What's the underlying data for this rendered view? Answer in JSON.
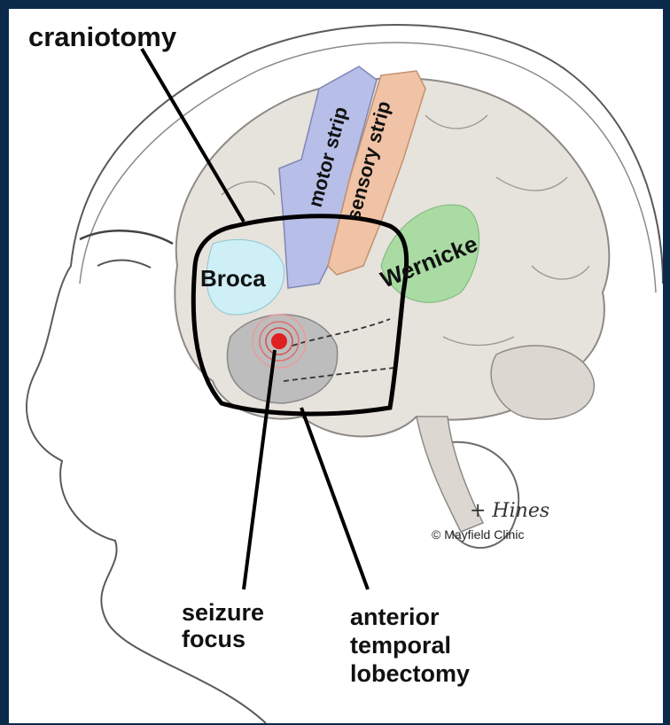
{
  "labels": {
    "craniotomy": "craniotomy",
    "motor_strip": "motor strip",
    "sensory_strip": "sensory strip",
    "broca": "Broca",
    "wernicke": "Wernicke",
    "seizure_focus_line1": "seizure",
    "seizure_focus_line2": "focus",
    "atl_line1": "anterior",
    "atl_line2": "temporal",
    "atl_line3": "lobectomy"
  },
  "credits": {
    "signature": "+ Hines",
    "copyright": "© Mayfield Clinic"
  },
  "colors": {
    "frame": "#0b2a4a",
    "motor_strip": "#b7bfe8",
    "sensory_strip": "#f1c3a6",
    "broca": "#cdeff5",
    "wernicke": "#a9dba3",
    "seizure_focus": "#e02020",
    "brain": "#e6e2dc"
  }
}
